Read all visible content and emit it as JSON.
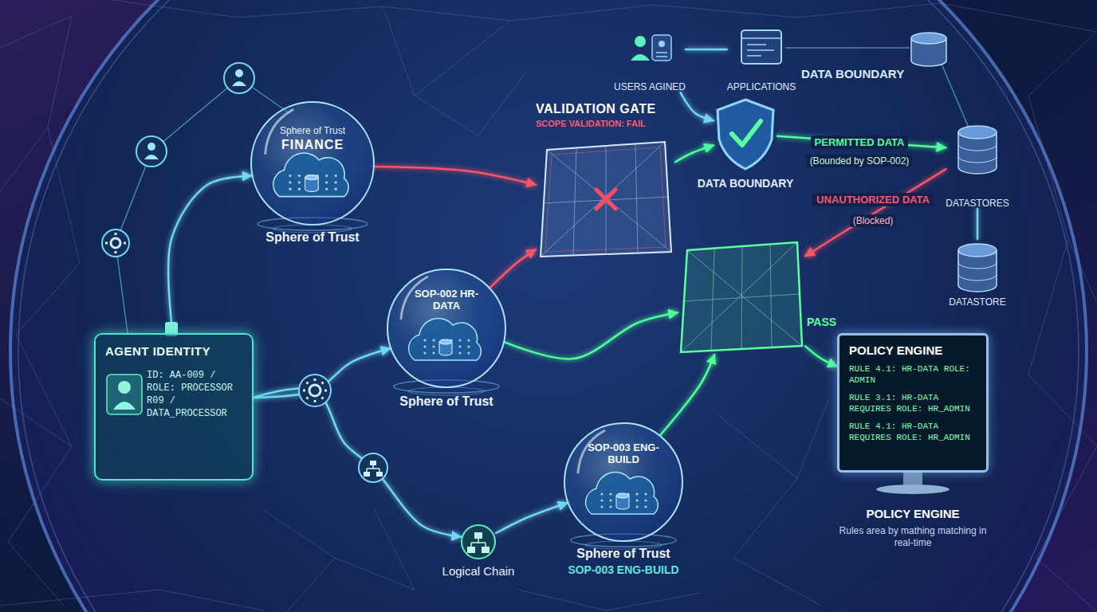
{
  "diagram": {
    "nodes": [
      {
        "text": [
          "AGENT IDENTITY",
          "ID: AA-009 / ROLE: PROCESSOR R09 / DATA_PROCESSOR"
        ]
      },
      {
        "text": [
          "Sphere of Trust",
          "FINANCE",
          "Sphere of Trust"
        ]
      },
      {
        "text": [
          "SOP-002 HR-DATA",
          "Sphere of Trust"
        ]
      },
      {
        "text": [
          "Logical Chain"
        ]
      },
      {
        "text": [
          "SOP-003 ENG-BUILD",
          "Sphere of Trust",
          "SOP-003 ENG-BUILD"
        ]
      },
      {
        "text": [
          "VALIDATION GATE",
          "SCOPE VALIDATION: FAIL"
        ]
      },
      {
        "text": [
          "USERS AGINED"
        ]
      },
      {
        "text": [
          "APPLICATIONS"
        ]
      },
      {
        "text": [
          "DATA BOUNDARY",
          "DATA BOUNDARY"
        ]
      },
      {
        "text": [
          "PASS"
        ]
      },
      {
        "text": [
          "DATASTORES"
        ]
      },
      {
        "text": [
          "DATASTORE"
        ]
      },
      {
        "text": [
          "POLICY ENGINE",
          "RULE 4.1: HR-DATA ROLE: ADMIN",
          "RULE 3.1: HR-DATA REQUIRES ROLE: HR_ADMIN",
          "RULE 4.1: HR-DATA REQUIRES ROLE: HR_ADMIN",
          "POLICY ENGINE",
          "Rules area by mathing matching in real-time"
        ]
      }
    ],
    "edges": [
      {
        "from": 0,
        "to": 1,
        "arrow": "to"
      },
      {
        "from": 0,
        "to": 2,
        "arrow": "to"
      },
      {
        "from": 0,
        "to": 3,
        "arrow": "to"
      },
      {
        "from": 3,
        "to": 4,
        "arrow": "to"
      },
      {
        "from": 1,
        "to": 5,
        "arrow": "to"
      },
      {
        "from": 2,
        "to": 5,
        "arrow": "to"
      },
      {
        "from": 2,
        "to": 9,
        "arrow": "to"
      },
      {
        "from": 4,
        "to": 9,
        "arrow": "to"
      },
      {
        "from": 5,
        "to": 8,
        "arrow": "to"
      },
      {
        "from": 6,
        "to": 8,
        "arrow": "to"
      },
      {
        "from": 8,
        "to": 10,
        "label": "PERMITTED DATA",
        "arrow": "to"
      },
      {
        "from": 10,
        "to": 9,
        "label": "UNAUTHORIZED DATA",
        "arrow": "to"
      },
      {
        "from": 9,
        "to": 12,
        "arrow": "to"
      },
      {
        "from": 10,
        "to": 11,
        "arrow": "none"
      },
      {
        "from": 6,
        "to": 7,
        "arrow": "none"
      }
    ],
    "labels": [
      "(Bounded by SOP-002)",
      "(Blocked)"
    ]
  }
}
